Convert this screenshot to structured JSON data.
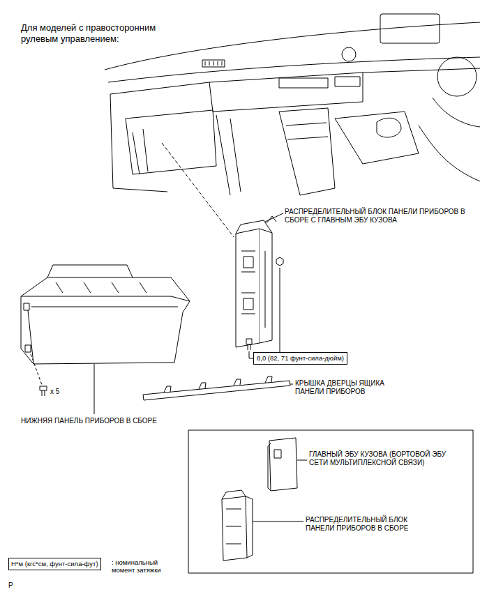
{
  "diagram": {
    "title": "Для моделей с правосторонним рулевым управлением:",
    "nodes": [
      {
        "text": [
          "8,0 (82, 71 фунт-сила-дюйм)"
        ]
      },
      {
        "text": [
          "Н*м (кгс*см, фунт-сила-фут)"
        ]
      }
    ],
    "labels": [
      "РАСПРЕДЕЛИТЕЛЬНЫЙ БЛОК ПАНЕЛИ ПРИБОРОВ В СБОРЕ С ГЛАВНЫМ ЭБУ КУЗОВА",
      "x 5",
      "КРЫШКА ДВЕРЦЫ ЯЩИКА ПАНЕЛИ ПРИБОРОВ",
      "НИЖНЯЯ ПАНЕЛЬ ПРИБОРОВ В СБОРЕ",
      "ГЛАВНЫЙ ЭБУ КУЗОВА (БОРТОВОЙ ЭБУ СЕТИ МУЛЬТИПЛЕКСНОЙ СВЯЗИ)",
      "РАСПРЕДЕЛИТЕЛЬНЫЙ БЛОК ПАНЕЛИ ПРИБОРОВ В СБОРЕ",
      ": номинальный момент затяжки",
      "P"
    ]
  }
}
